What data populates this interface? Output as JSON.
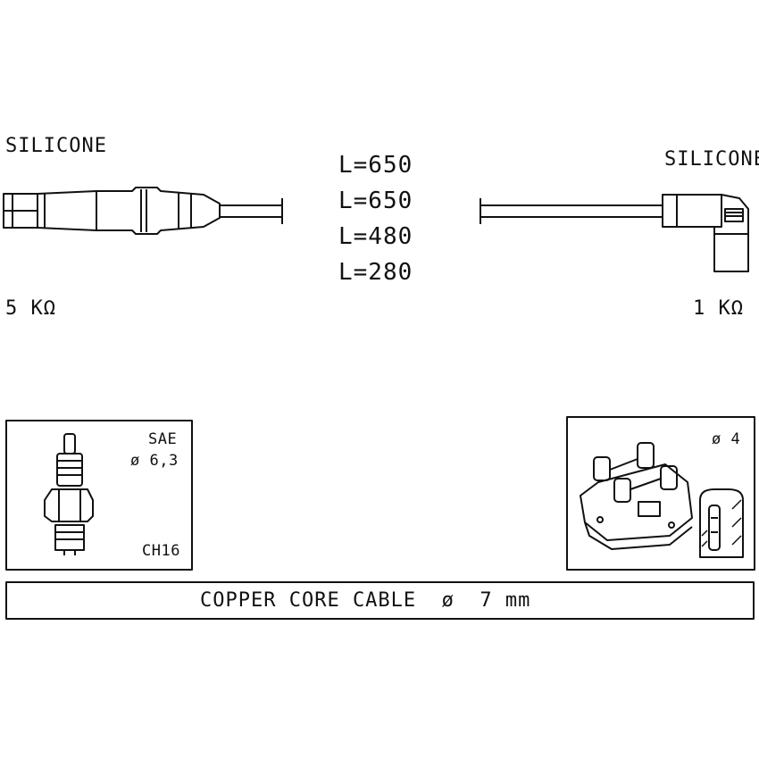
{
  "left_end": {
    "material": "SILICONE",
    "resistance": "5 KΩ"
  },
  "right_end": {
    "material": "SILICONE",
    "resistance": "1 KΩ"
  },
  "lengths": [
    "L=650",
    "L=650",
    "L=480",
    "L=280"
  ],
  "spark_plug_box": {
    "standard": "SAE",
    "diameter": "ø 6,3",
    "code": "CH16"
  },
  "coil_box": {
    "diameter": "ø 4"
  },
  "cable_banner": "COPPER CORE CABLE  ø  7 mm"
}
